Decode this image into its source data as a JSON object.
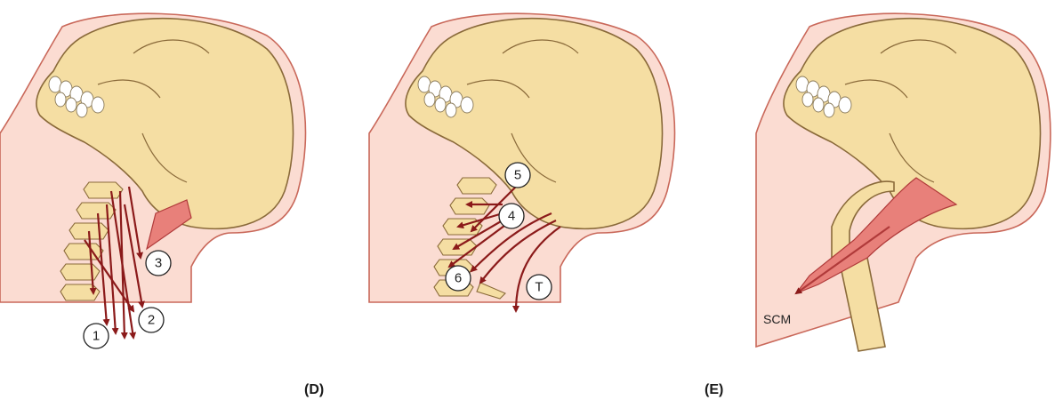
{
  "panels": {
    "left_label": "(D)",
    "right_label": "(E)"
  },
  "callouts": {
    "c1": "1",
    "c2": "2",
    "c3": "3",
    "c4": "4",
    "c5": "5",
    "c6": "6",
    "cT": "T"
  },
  "muscle_label": "SCM",
  "colors": {
    "skin": "#fbdcd2",
    "bone": "#f5dea3",
    "arrow": "#8b1a1a",
    "muscle": "#e8807a"
  }
}
